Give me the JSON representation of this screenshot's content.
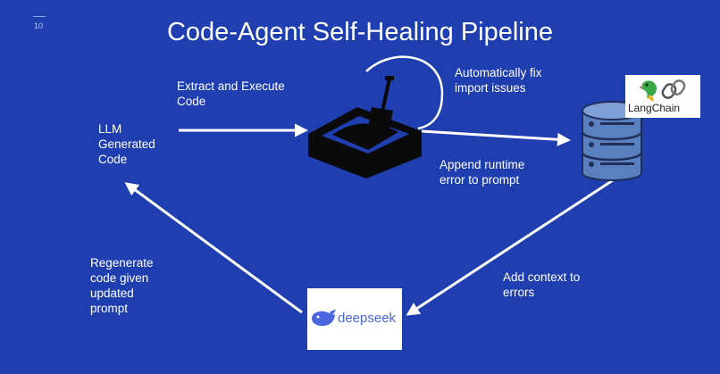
{
  "slide": {
    "number": "10",
    "title": "Code-Agent Self-Healing Pipeline"
  },
  "labels": {
    "llm_generated": "LLM\nGenerated\nCode",
    "extract_execute": "Extract and Execute\nCode",
    "auto_fix": "Automatically fix\nimport issues",
    "append_error": "Append runtime\nerror to prompt",
    "add_context": "Add context to\nerrors",
    "regenerate": "Regenerate\ncode given\nupdated\nprompt"
  },
  "logos": {
    "langchain": "LangChain",
    "deepseek": "deepseek"
  },
  "icons": {
    "sandbox": "sandbox-shovel-icon",
    "database": "database-icon",
    "parrot": "parrot-icon",
    "chain": "chain-link-icon",
    "whale": "whale-icon"
  },
  "colors": {
    "background": "#1f3fb0",
    "text": "#ffffff",
    "database_body": "#5a80bf",
    "database_dark": "#1f2f5a",
    "deepseek_brand": "#4b67e0"
  }
}
